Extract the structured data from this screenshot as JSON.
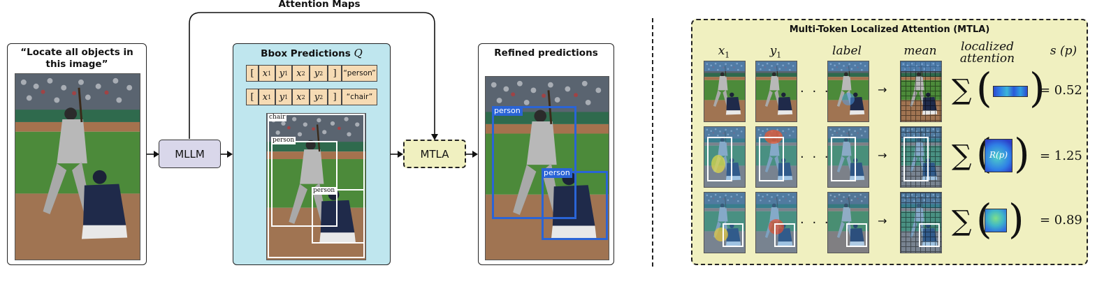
{
  "attention_maps_label": "Attention Maps",
  "prompt": {
    "text": "“Locate all objects in this image”"
  },
  "mllm": {
    "label": "MLLM"
  },
  "mtla": {
    "label": "MTLA"
  },
  "bbox_panel": {
    "title": "Bbox Predictions",
    "title_math": "Q",
    "rows": [
      {
        "open": "[",
        "x1": "x",
        "x1_sub": "1",
        "y1": "y",
        "y1_sub": "1",
        "x2": "x",
        "x2_sub": "2",
        "y2": "y",
        "y2_sub": "2",
        "close": "]",
        "label": "“person”"
      },
      {
        "open": "[",
        "x1": "x",
        "x1_sub": "1",
        "y1": "y",
        "y1_sub": "1",
        "x2": "x",
        "x2_sub": "2",
        "y2": "y",
        "y2_sub": "2",
        "close": "]",
        "label": "“chair”"
      }
    ],
    "image_labels": {
      "chair": "chair",
      "person1": "person",
      "person2": "person"
    }
  },
  "refined": {
    "title": "Refined predictions",
    "labels": {
      "person1": "person",
      "person2": "person"
    }
  },
  "mtla_panel": {
    "title": "Multi-Token Localized Attention (MTLA)",
    "headers": {
      "x1": "x",
      "x1_sub": "1",
      "y1": "y",
      "y1_sub": "1",
      "label": "label",
      "mean": "mean",
      "localized_line1": "localized",
      "localized_line2": "attention",
      "score": "s (p)"
    },
    "dots": "· · ·",
    "arrow": "→",
    "sum_symbol": "∑",
    "rp_label": "R(p)",
    "scores": [
      "= 0.52",
      "= 1.25",
      "= 0.89"
    ]
  },
  "colors": {
    "bbox_panel_bg": "#bfe6ee",
    "mllm_bg": "#d9d7ea",
    "mtla_bg": "#f0f0c0",
    "token_bg": "#f6dbb4",
    "refined_box": "#2a64d6"
  }
}
